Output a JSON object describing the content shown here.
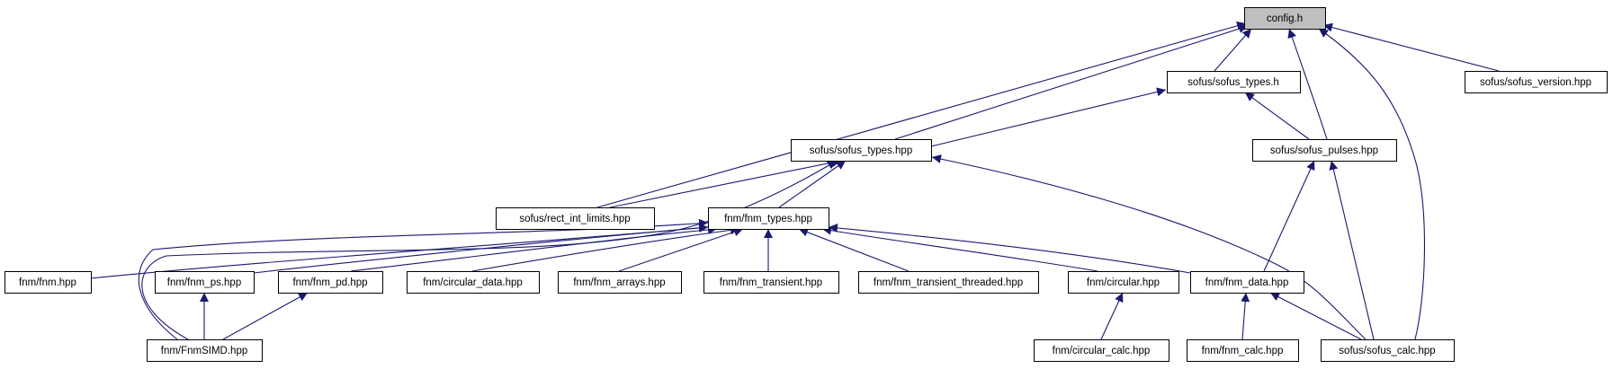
{
  "graph": {
    "nodes": [
      {
        "id": "config_h",
        "label": "config.h",
        "root": true
      },
      {
        "id": "sofus_types_h",
        "label": "sofus/sofus_types.h"
      },
      {
        "id": "sofus_version_hpp",
        "label": "sofus/sofus_version.hpp"
      },
      {
        "id": "sofus_types_hpp",
        "label": "sofus/sofus_types.hpp"
      },
      {
        "id": "sofus_pulses_hpp",
        "label": "sofus/sofus_pulses.hpp"
      },
      {
        "id": "rect_int_limits_hpp",
        "label": "sofus/rect_int_limits.hpp"
      },
      {
        "id": "fnm_types_hpp",
        "label": "fnm/fnm_types.hpp"
      },
      {
        "id": "fnm_hpp",
        "label": "fnm/fnm.hpp"
      },
      {
        "id": "fnm_ps_hpp",
        "label": "fnm/fnm_ps.hpp"
      },
      {
        "id": "fnm_pd_hpp",
        "label": "fnm/fnm_pd.hpp"
      },
      {
        "id": "circular_data_hpp",
        "label": "fnm/circular_data.hpp"
      },
      {
        "id": "fnm_arrays_hpp",
        "label": "fnm/fnm_arrays.hpp"
      },
      {
        "id": "fnm_transient_hpp",
        "label": "fnm/fnm_transient.hpp"
      },
      {
        "id": "fnm_transient_threaded_hpp",
        "label": "fnm/fnm_transient_threaded.hpp"
      },
      {
        "id": "circular_hpp",
        "label": "fnm/circular.hpp"
      },
      {
        "id": "fnm_data_hpp",
        "label": "fnm/fnm_data.hpp"
      },
      {
        "id": "FnmSIMD_hpp",
        "label": "fnm/FnmSIMD.hpp"
      },
      {
        "id": "circular_calc_hpp",
        "label": "fnm/circular_calc.hpp"
      },
      {
        "id": "fnm_calc_hpp",
        "label": "fnm/fnm_calc.hpp"
      },
      {
        "id": "sofus_calc_hpp",
        "label": "sofus/sofus_calc.hpp"
      }
    ],
    "edges": [
      [
        "sofus_types_h",
        "config_h"
      ],
      [
        "sofus_version_hpp",
        "config_h"
      ],
      [
        "sofus_types_hpp",
        "config_h"
      ],
      [
        "sofus_pulses_hpp",
        "config_h"
      ],
      [
        "rect_int_limits_hpp",
        "config_h"
      ],
      [
        "sofus_calc_hpp",
        "config_h"
      ],
      [
        "sofus_types_hpp",
        "sofus_types_h"
      ],
      [
        "sofus_pulses_hpp",
        "sofus_types_h"
      ],
      [
        "rect_int_limits_hpp",
        "sofus_types_hpp"
      ],
      [
        "fnm_types_hpp",
        "sofus_types_hpp"
      ],
      [
        "FnmSIMD_hpp",
        "sofus_types_hpp"
      ],
      [
        "sofus_calc_hpp",
        "sofus_types_hpp"
      ],
      [
        "fnm_data_hpp",
        "sofus_pulses_hpp"
      ],
      [
        "sofus_calc_hpp",
        "sofus_pulses_hpp"
      ],
      [
        "fnm_hpp",
        "fnm_types_hpp"
      ],
      [
        "fnm_ps_hpp",
        "fnm_types_hpp"
      ],
      [
        "fnm_pd_hpp",
        "fnm_types_hpp"
      ],
      [
        "circular_data_hpp",
        "fnm_types_hpp"
      ],
      [
        "fnm_arrays_hpp",
        "fnm_types_hpp"
      ],
      [
        "fnm_transient_hpp",
        "fnm_types_hpp"
      ],
      [
        "fnm_transient_threaded_hpp",
        "fnm_types_hpp"
      ],
      [
        "circular_hpp",
        "fnm_types_hpp"
      ],
      [
        "fnm_data_hpp",
        "fnm_types_hpp"
      ],
      [
        "FnmSIMD_hpp",
        "fnm_types_hpp"
      ],
      [
        "FnmSIMD_hpp",
        "fnm_ps_hpp"
      ],
      [
        "FnmSIMD_hpp",
        "fnm_pd_hpp"
      ],
      [
        "circular_calc_hpp",
        "circular_hpp"
      ],
      [
        "fnm_calc_hpp",
        "fnm_data_hpp"
      ],
      [
        "sofus_calc_hpp",
        "fnm_data_hpp"
      ]
    ]
  }
}
